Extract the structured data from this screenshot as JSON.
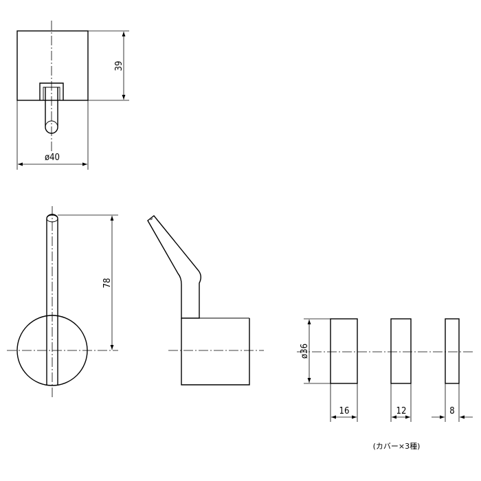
{
  "dimensions": {
    "top_height": "39",
    "top_diameter": "ø40",
    "lever_length": "78",
    "cover_diameter": "ø36",
    "cover_width_1": "16",
    "cover_width_2": "12",
    "cover_width_3": "8"
  },
  "note": "(カバー×3種)",
  "colors": {
    "line": "#000000",
    "background": "#ffffff"
  }
}
